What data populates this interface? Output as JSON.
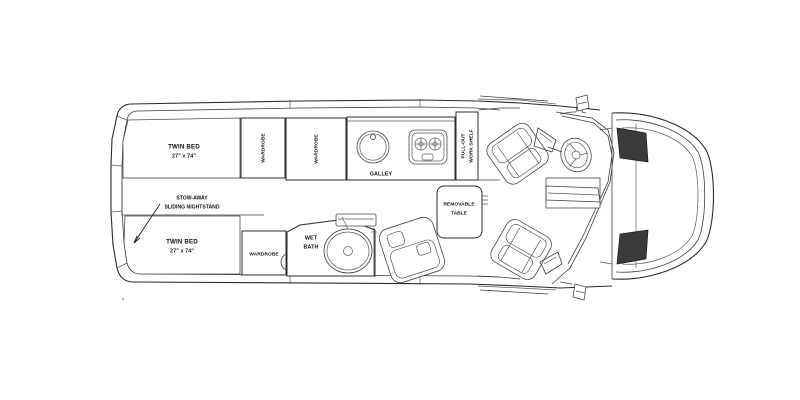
{
  "diagram": {
    "title": "Class B Camper Van Floorplan",
    "type": "rv-floorplan",
    "orientation": "top-down plan view, rear at left, front (cab) at right",
    "background_color": "#ffffff",
    "line_color": "#2b2b2b",
    "grille_color": "#3b3b3b"
  },
  "labels": {
    "twin_bed_upper": {
      "line1": "TWIN BED",
      "line2": "27\" x 74\""
    },
    "twin_bed_lower": {
      "line1": "TWIN BED",
      "line2": "27\" x 74\""
    },
    "wardrobe_1": "WARDROBE",
    "wardrobe_2": "WARDROBE",
    "wardrobe_3": "WARDROBE",
    "galley": "GALLEY",
    "pull_out_shelf": {
      "line1": "PULL-OUT",
      "line2": "WORK SHELF"
    },
    "stow_away": {
      "line1": "STOW-AWAY",
      "line2": "SLIDING NIGHTSTAND"
    },
    "wet_bath": {
      "line1": "WET",
      "line2": "BATH"
    },
    "removable_table": {
      "line1": "REMOVABLE",
      "line2": "TABLE"
    }
  },
  "features": [
    {
      "name": "twin-bed-upper",
      "label": "TWIN BED 27\" x 74\"",
      "zone": "rear-curbside"
    },
    {
      "name": "twin-bed-lower",
      "label": "TWIN BED 27\" x 74\"",
      "zone": "rear-streetside"
    },
    {
      "name": "wardrobe-upper-left",
      "label": "WARDROBE",
      "zone": "mid-curbside"
    },
    {
      "name": "wardrobe-upper-right",
      "label": "WARDROBE",
      "zone": "mid-curbside"
    },
    {
      "name": "wardrobe-lower",
      "label": "WARDROBE",
      "zone": "mid-streetside"
    },
    {
      "name": "galley",
      "label": "GALLEY",
      "zone": "mid-curbside",
      "fixtures": [
        "sink",
        "two-burner-cooktop"
      ]
    },
    {
      "name": "pull-out-work-shelf",
      "label": "PULL-OUT WORK SHELF",
      "zone": "mid-curbside"
    },
    {
      "name": "stow-away-sliding-nightstand",
      "label": "STOW-AWAY SLIDING NIGHTSTAND",
      "zone": "rear-center"
    },
    {
      "name": "wet-bath",
      "label": "WET BATH",
      "zone": "mid-streetside",
      "fixtures": [
        "shower-pan",
        "toilet",
        "sink"
      ]
    },
    {
      "name": "removable-table",
      "label": "REMOVABLE TABLE",
      "zone": "front-lounge"
    },
    {
      "name": "sofa-seat",
      "label": "",
      "zone": "front-lounge-streetside"
    },
    {
      "name": "swivel-captains-chair-driver",
      "label": "",
      "zone": "cab-curbside"
    },
    {
      "name": "swivel-captains-chair-passenger",
      "label": "",
      "zone": "cab-streetside"
    },
    {
      "name": "steering-wheel",
      "label": "",
      "zone": "cab-curbside"
    },
    {
      "name": "engine-hood",
      "label": "",
      "zone": "front-nose"
    },
    {
      "name": "side-mirror-curbside",
      "label": "",
      "zone": "cab-exterior"
    },
    {
      "name": "side-mirror-streetside",
      "label": "",
      "zone": "cab-exterior"
    }
  ]
}
